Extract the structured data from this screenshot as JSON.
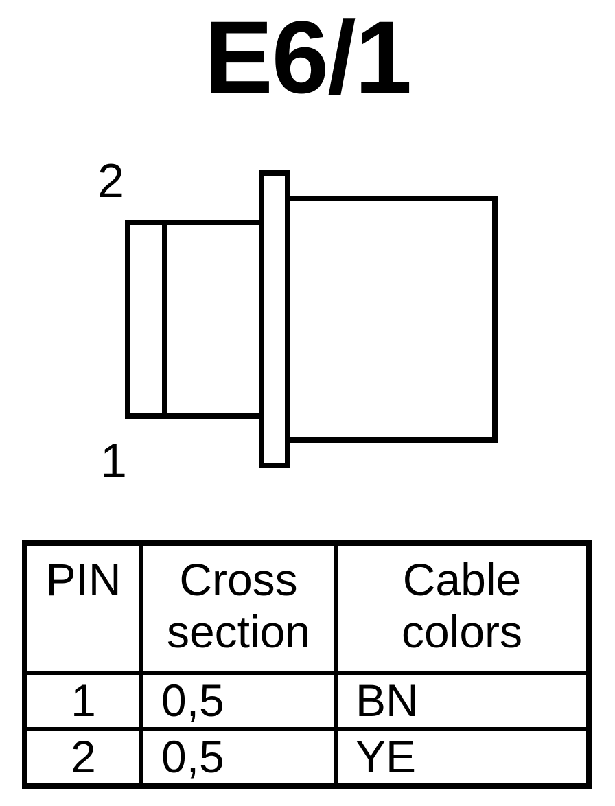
{
  "title": "E6/1",
  "connector": {
    "pin_top_label": "2",
    "pin_bottom_label": "1"
  },
  "table": {
    "headers": {
      "pin": "PIN",
      "cross_line1": "Cross",
      "cross_line2": "section",
      "colors_line1": "Cable",
      "colors_line2": "colors"
    },
    "rows": [
      {
        "pin": "1",
        "cross_section": "0,5",
        "color": "BN"
      },
      {
        "pin": "2",
        "cross_section": "0,5",
        "color": "YE"
      }
    ]
  }
}
